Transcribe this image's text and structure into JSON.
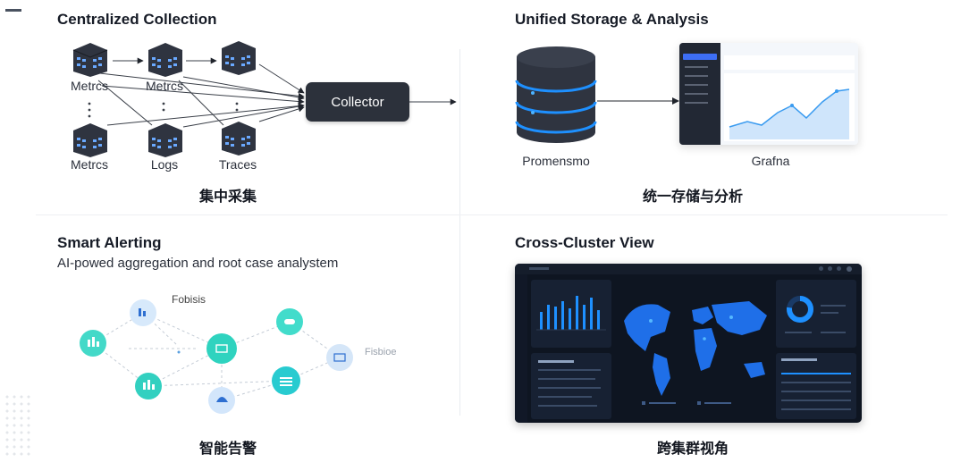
{
  "top_left": {
    "title": "Centralized Collection",
    "collector_label": "Collector",
    "nodes": [
      "Metrcs",
      "Metrcs",
      "Metrcs",
      "Logs",
      "Traces"
    ],
    "caption_zh": "集中采集"
  },
  "top_right": {
    "title": "Unified Storage & Analysis",
    "db_label": "Promensmo",
    "dashboard_label": "Grafna",
    "caption_zh": "统一存储与分析"
  },
  "bottom_left": {
    "title": "Smart Alerting",
    "subtitle": "AI-powed aggregation and root case analystem",
    "graph_label_top": "Fobisis",
    "graph_label_right": "Fisbioe",
    "caption_zh": "智能告警"
  },
  "bottom_right": {
    "title": "Cross-Cluster View",
    "caption_zh": "跨集群视角"
  },
  "colors": {
    "dark": "#2c313b",
    "accent_blue": "#1e90ff",
    "teal": "#23d3c4",
    "db_dark": "#2f3440"
  }
}
